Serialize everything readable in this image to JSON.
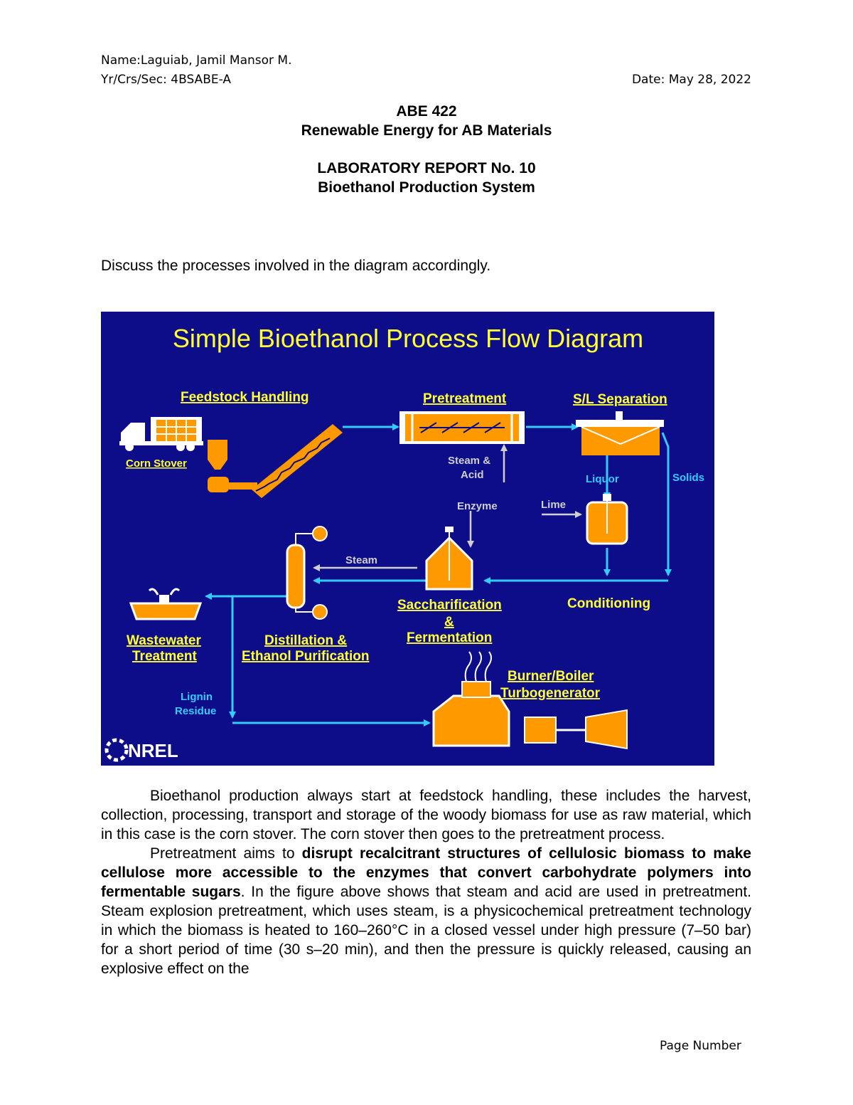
{
  "header": {
    "name_line": "Name:Laguiab, Jamil Mansor M.",
    "section_line": "Yr/Crs/Sec: 4BSABE-A",
    "date_line": "Date: May 28, 2022"
  },
  "title_block": {
    "course_code": "ABE 422",
    "course_title": "Renewable Energy for AB Materials",
    "report_no": "LABORATORY REPORT No. 10",
    "report_title": "Bioethanol Production System"
  },
  "prompt": "Discuss the processes involved in the diagram accordingly.",
  "diagram": {
    "title": "Simple Bioethanol Process Flow Diagram",
    "feedstock_handling": "Feedstock Handling",
    "corn_stover": "Corn Stover",
    "pretreatment": "Pretreatment",
    "sl_separation": "S/L Separation",
    "steam_acid_1": "Steam &",
    "steam_acid_2": "Acid",
    "liquor": "Liquor",
    "solids": "Solids",
    "enzyme": "Enzyme",
    "lime": "Lime",
    "steam": "Steam",
    "saccharification_1": "Saccharification",
    "saccharification_2": "&",
    "saccharification_3": "Fermentation",
    "conditioning": "Conditioning",
    "wastewater_1": "Wastewater",
    "wastewater_2": "Treatment",
    "distillation_1": "Distillation &",
    "distillation_2": "Ethanol Purification",
    "lignin_1": "Lignin",
    "lignin_2": "Residue",
    "burner_1": "Burner/Boiler",
    "burner_2": "Turbogenerator",
    "logo_text": "NREL",
    "colors": {
      "background": "#0d0d8a",
      "equipment": "#ff9900",
      "flow": "#33ccff",
      "labels": "#ffff33",
      "aux": "#cfcfcf"
    }
  },
  "body": {
    "p1": "Bioethanol production always start at feedstock handling, these includes the harvest, collection, processing, transport and storage of the woody biomass for use as raw material, which in this case is the corn stover. The corn stover then goes to the pretreatment process.",
    "p2_start": "Pretreatment aims to ",
    "p2_bold": "disrupt recalcitrant structures of cellulosic biomass to make cellulose more accessible to the enzymes that convert carbohydrate polymers into fermentable sugars",
    "p2_end": ". In the figure above shows that steam and acid are used in pretreatment. Steam explosion pretreatment, which uses steam, is a physicochemical pretreatment technology in which the biomass is heated to 160–260°C in a closed vessel under high pressure (7–50 bar) for a short period of time (30 s–20 min), and then the pressure is quickly released, causing an explosive effect on the"
  },
  "footer": {
    "page_number": "Page Number"
  }
}
